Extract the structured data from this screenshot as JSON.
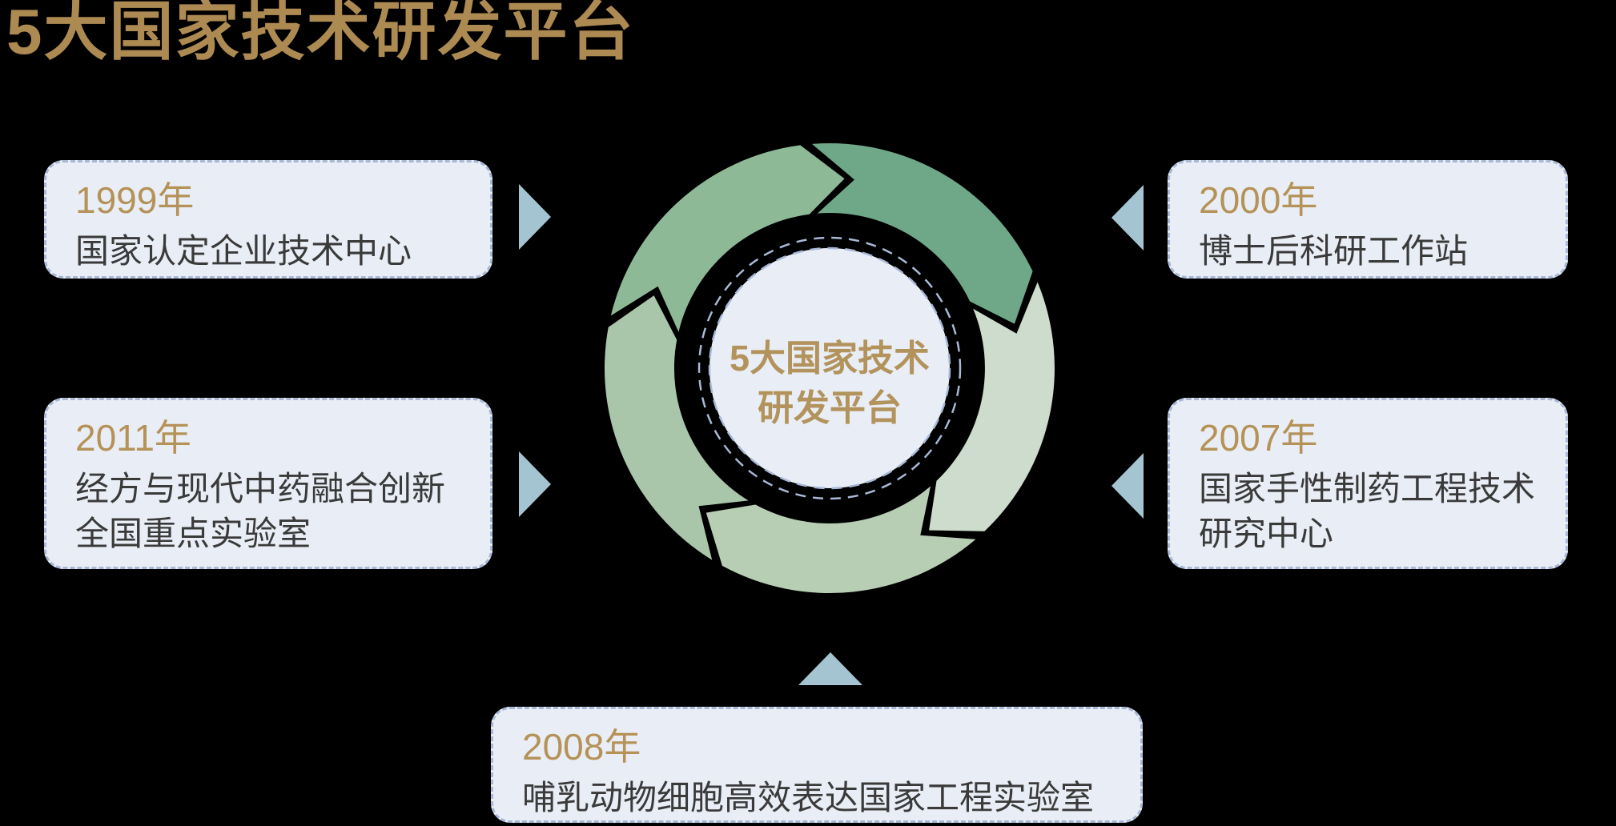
{
  "title": "5大国家技术研发平台",
  "center": {
    "line1": "5大国家技术",
    "line2": "研发平台"
  },
  "platforms": [
    {
      "position": "top-left",
      "year": "1999年",
      "lines": [
        "国家认定企业技术中心"
      ]
    },
    {
      "position": "top-right",
      "year": "2000年",
      "lines": [
        "博士后科研工作站"
      ]
    },
    {
      "position": "bottom-left",
      "year": "2011年",
      "lines": [
        "经方与现代中药融合创新",
        "全国重点实验室"
      ]
    },
    {
      "position": "bottom-right",
      "year": "2007年",
      "lines": [
        "国家手性制药工程技术",
        "研究中心"
      ]
    },
    {
      "position": "bottom",
      "year": "2008年",
      "lines": [
        "哺乳动物细胞高效表达国家工程实验室"
      ]
    }
  ],
  "colors": {
    "gold_title": "#ad8a52",
    "gold_year": "#b59257",
    "gold_center": "#b3935c",
    "body_text": "#3a3a3a",
    "box_bg": "#e9eef6",
    "box_border": "#a9b8d6",
    "arrow_blue": "#a4c4d1",
    "background": "#000000"
  },
  "diagram": {
    "type": "cycle",
    "direction": "clockwise",
    "segment_count": 5,
    "segment_colors": [
      "#6fa888",
      "#cddccc",
      "#b7ceb4",
      "#a9c6ab",
      "#8eb997"
    ]
  }
}
